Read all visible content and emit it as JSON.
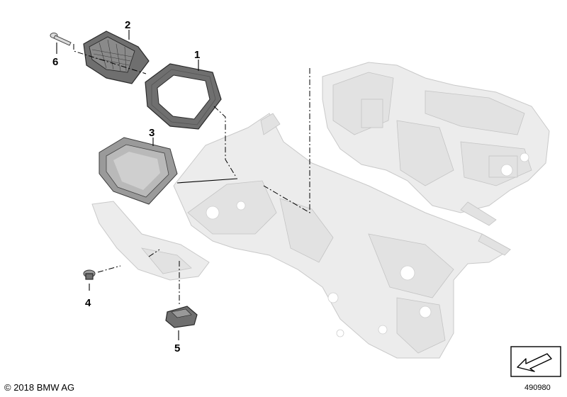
{
  "callouts": [
    {
      "id": "1",
      "part": "frame"
    },
    {
      "id": "2",
      "part": "filter-grille"
    },
    {
      "id": "3",
      "part": "seal-cover"
    },
    {
      "id": "4",
      "part": "clip"
    },
    {
      "id": "5",
      "part": "connector-plug"
    },
    {
      "id": "6",
      "part": "screw"
    }
  ],
  "footer": {
    "copyright": "© 2018 BMW AG",
    "diagram_id": "490980"
  },
  "icons": {
    "navigation": "arrow-down-left-icon"
  },
  "colors": {
    "background": "#ffffff",
    "ghost_parts": "#ececec",
    "highlighted_parts": "#6f6f6f",
    "lines": "#000000"
  }
}
